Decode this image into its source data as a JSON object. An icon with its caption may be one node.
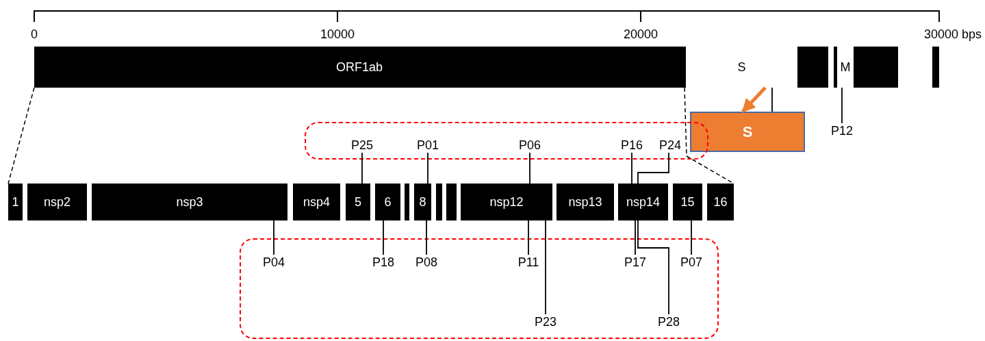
{
  "diagram": {
    "nodes": [
      {
        "text": [
          "ORF1ab"
        ]
      },
      {
        "text": [
          "S"
        ]
      },
      {
        "text": [],
        "shape": "box"
      },
      {
        "text": [
          "M"
        ]
      },
      {
        "text": [],
        "shape": "box"
      },
      {
        "text": [
          "S"
        ]
      },
      {
        "text": [
          "P12"
        ]
      },
      {
        "text": [],
        "shape": "box"
      },
      {
        "text": [
          "P25"
        ],
        "in": 7
      },
      {
        "text": [
          "P01"
        ],
        "in": 7
      },
      {
        "text": [
          "P06"
        ],
        "in": 7
      },
      {
        "text": [
          "P16"
        ],
        "in": 7
      },
      {
        "text": [
          "P24"
        ],
        "in": 7
      },
      {
        "text": [
          "1"
        ]
      },
      {
        "text": [
          "nsp2"
        ]
      },
      {
        "text": [
          "nsp3"
        ]
      },
      {
        "text": [
          "nsp4"
        ]
      },
      {
        "text": [
          "5"
        ]
      },
      {
        "text": [
          "6"
        ]
      },
      {
        "text": [],
        "shape": "box"
      },
      {
        "text": [
          "8"
        ]
      },
      {
        "text": [],
        "shape": "box"
      },
      {
        "text": [],
        "shape": "box"
      },
      {
        "text": [
          "nsp12"
        ]
      },
      {
        "text": [
          "nsp13"
        ]
      },
      {
        "text": [
          "nsp14"
        ]
      },
      {
        "text": [
          "15"
        ]
      },
      {
        "text": [
          "16"
        ]
      },
      {
        "text": [],
        "shape": "box"
      },
      {
        "text": [
          "P04"
        ],
        "in": 28
      },
      {
        "text": [
          "P18"
        ],
        "in": 28
      },
      {
        "text": [
          "P08"
        ],
        "in": 28
      },
      {
        "text": [
          "P11"
        ],
        "in": 28
      },
      {
        "text": [
          "P17"
        ],
        "in": 28
      },
      {
        "text": [
          "P07"
        ],
        "in": 28
      },
      {
        "text": [
          "P23"
        ],
        "in": 28
      },
      {
        "text": [
          "P28"
        ],
        "in": 28
      }
    ],
    "edges": [
      {
        "from": 1,
        "to": 5,
        "arrow": "to",
        "style": "thick",
        "color": "#ed7d31"
      },
      {
        "from": 1,
        "to": 5,
        "arrow": "none"
      },
      {
        "from": 6,
        "to": 3,
        "arrow": "none"
      },
      {
        "from": 8,
        "to": 17,
        "arrow": "none"
      },
      {
        "from": 9,
        "to": 20,
        "arrow": "none"
      },
      {
        "from": 10,
        "to": 23,
        "arrow": "none"
      },
      {
        "from": 11,
        "to": 25,
        "arrow": "none"
      },
      {
        "from": 12,
        "to": 25,
        "arrow": "none"
      },
      {
        "from": 29,
        "to": 15,
        "arrow": "none"
      },
      {
        "from": 30,
        "to": 18,
        "arrow": "none"
      },
      {
        "from": 31,
        "to": 20,
        "arrow": "none"
      },
      {
        "from": 32,
        "to": 23,
        "arrow": "none"
      },
      {
        "from": 33,
        "to": 25,
        "arrow": "none"
      },
      {
        "from": 34,
        "to": 26,
        "arrow": "none"
      },
      {
        "from": 35,
        "to": 23,
        "arrow": "none"
      },
      {
        "from": 36,
        "to": 25,
        "arrow": "none"
      },
      {
        "from": 0,
        "to": 13,
        "arrow": "none",
        "style": "dashed"
      },
      {
        "from": 0,
        "to": 27,
        "arrow": "none",
        "style": "dashed"
      }
    ],
    "labels": [
      "0",
      "10000",
      "20000",
      "30000 bps"
    ]
  }
}
